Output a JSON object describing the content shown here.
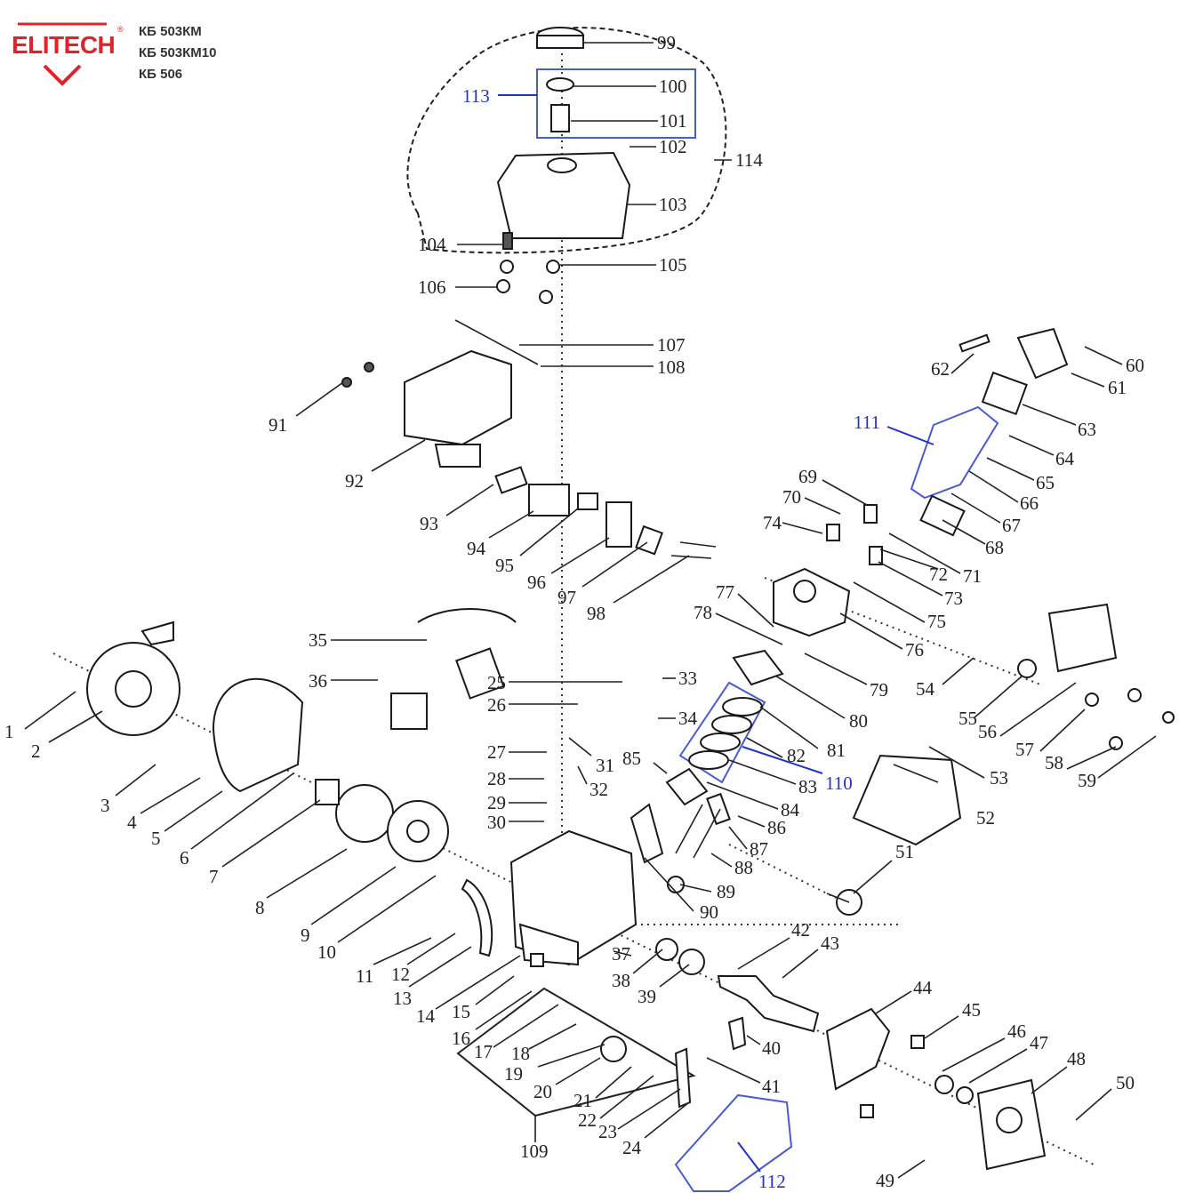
{
  "logo": {
    "brand": "ELITECH",
    "registered": "®",
    "color": "#e0232a"
  },
  "models": [
    "КБ 503КМ",
    "КБ 503КМ10",
    "КБ 506"
  ],
  "colors": {
    "group_label": "#2432c8",
    "line": "#222222"
  },
  "labels": {
    "p1": "1",
    "p2": "2",
    "p3": "3",
    "p4": "4",
    "p5": "5",
    "p6": "6",
    "p7": "7",
    "p8": "8",
    "p9": "9",
    "p10": "10",
    "p11": "11",
    "p12": "12",
    "p13": "13",
    "p14": "14",
    "p15": "15",
    "p16": "16",
    "p17": "17",
    "p18": "18",
    "p19": "19",
    "p20": "20",
    "p21": "21",
    "p22": "22",
    "p23": "23",
    "p24": "24",
    "p25": "25",
    "p26": "26",
    "p27": "27",
    "p28": "28",
    "p29": "29",
    "p30": "30",
    "p31": "31",
    "p32": "32",
    "p33": "33",
    "p34": "34",
    "p35": "35",
    "p36": "36",
    "p37": "37",
    "p38": "38",
    "p39": "39",
    "p40": "40",
    "p41": "41",
    "p42": "42",
    "p43": "43",
    "p44": "44",
    "p45": "45",
    "p46": "46",
    "p47": "47",
    "p48": "48",
    "p49": "49",
    "p50": "50",
    "p51": "51",
    "p52": "52",
    "p53": "53",
    "p54": "54",
    "p55": "55",
    "p56": "56",
    "p57": "57",
    "p58": "58",
    "p59": "59",
    "p60": "60",
    "p61": "61",
    "p62": "62",
    "p63": "63",
    "p64": "64",
    "p65": "65",
    "p66": "66",
    "p67": "67",
    "p68": "68",
    "p69": "69",
    "p70": "70",
    "p71": "71",
    "p72": "72",
    "p73": "73",
    "p74": "74",
    "p75": "75",
    "p76": "76",
    "p77": "77",
    "p78": "78",
    "p79": "79",
    "p80": "80",
    "p81": "81",
    "p82": "82",
    "p83": "83",
    "p84": "84",
    "p85": "85",
    "p86": "86",
    "p87": "87",
    "p88": "88",
    "p89": "89",
    "p90": "90",
    "p91": "91",
    "p92": "92",
    "p93": "93",
    "p94": "94",
    "p95": "95",
    "p96": "96",
    "p97": "97",
    "p98": "98",
    "p99": "99",
    "p100": "100",
    "p101": "101",
    "p102": "102",
    "p103": "103",
    "p104": "104",
    "p105": "105",
    "p106": "106",
    "p107": "107",
    "p108": "108",
    "p109": "109",
    "p110": "110",
    "p111": "111",
    "p112": "112",
    "p113": "113",
    "p114": "114"
  }
}
